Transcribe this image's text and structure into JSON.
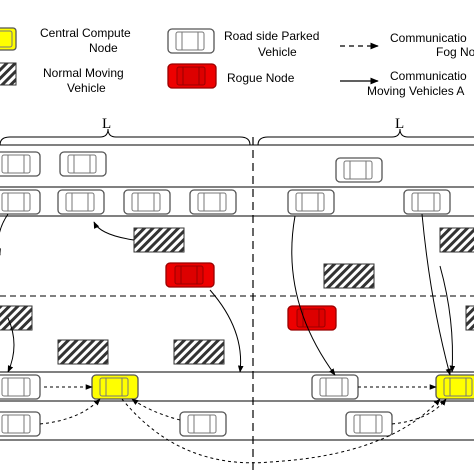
{
  "legend": {
    "central_compute_node_line1": "Central Compute",
    "central_compute_node_line2": "Node",
    "normal_moving_vehicle_line1": "Normal Moving",
    "normal_moving_vehicle_line2": "Vehicle",
    "roadside_parked_vehicle_line1": "Road side Parked",
    "roadside_parked_vehicle_line2": "Vehicle",
    "rogue_node": "Rogue Node",
    "comm_fog_line1": "Communicatio",
    "comm_fog_line2": "Fog No",
    "comm_moving_line1": "Communicatio",
    "comm_moving_line2": "Moving Vehicles A"
  },
  "diagram": {
    "segment_label_left": "L",
    "segment_label_right": "L"
  },
  "colors": {
    "central_compute": "#ffff00",
    "rogue": "#ee0000",
    "parked": "#ffffff",
    "moving_hatch": "#333333",
    "road_line": "#000000"
  }
}
